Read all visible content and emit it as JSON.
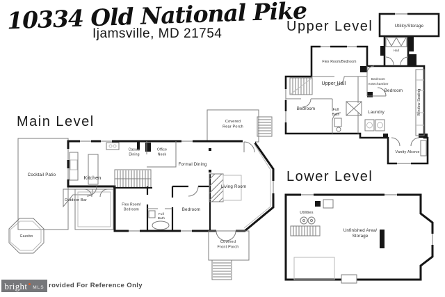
{
  "header": {
    "address_script": "10334 Old National Pike",
    "address_city": "Ijamsville, MD 21754"
  },
  "levels": {
    "upper": {
      "title": "Upper Level",
      "rooms": {
        "utility_storage": "Utility/Storage",
        "hall": "Hall",
        "flex_room_bedroom": "Flex Room/Bedroom",
        "upper_hall": "Upper Hall",
        "bedroom_antechamber": [
          "Bedroom",
          "Antechamber"
        ],
        "bedroom_left": "Bedroom",
        "full_bath": [
          "Full",
          "Bath"
        ],
        "laundry": "Laundry",
        "bedroom_right": "Bedroom",
        "window_seating": "Window Seating",
        "vanity_alcove": "Vanity Alcove"
      }
    },
    "main": {
      "title": "Main Level",
      "rooms": {
        "cocktail_patio": "Cocktail Patio",
        "kitchen": "Kitchen",
        "casual_dining": [
          "Casual",
          "Dining"
        ],
        "office_nook": [
          "Office",
          "Nook"
        ],
        "formal_dining": "Formal Dining",
        "covered_rear_porch": [
          "Covered",
          "Rear Porch"
        ],
        "living_room": "Living Room",
        "outdoor_bar": "Outdoor Bar",
        "gazebo": "Gazebo",
        "flex_room_bedroom": [
          "Flex Room/",
          "Bedroom"
        ],
        "full_bath": [
          "Full",
          "Bath"
        ],
        "bedroom": "Bedroom",
        "covered_front_porch": [
          "Covered",
          "Front Porch"
        ]
      }
    },
    "lower": {
      "title": "Lower Level",
      "rooms": {
        "utilities": "Utilities",
        "unfinished_area_storage": [
          "Unfinished Area/",
          "Storage"
        ]
      }
    }
  },
  "footer": {
    "logo_main": "bright",
    "logo_sub": "MLS",
    "reference_text": "rovided For Reference Only"
  },
  "colors": {
    "wall": "#161616",
    "thin_line": "#7d7d7d",
    "logo_background": "#76777a",
    "logo_accent": "#e05b2b"
  }
}
